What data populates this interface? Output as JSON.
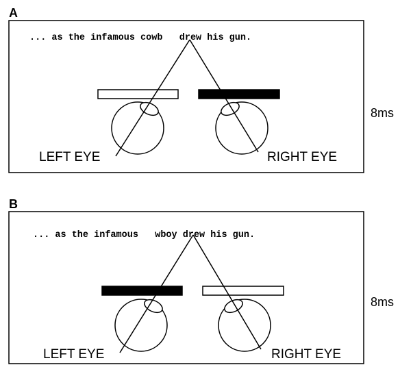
{
  "panels": [
    {
      "letter": "A",
      "sentence": "... as the infamous cowb   drew his gun.",
      "left_eye_label": "LEFT EYE",
      "right_eye_label": "RIGHT EYE",
      "timing": "8ms",
      "left_shutter": "open",
      "right_shutter": "closed"
    },
    {
      "letter": "B",
      "sentence": "... as the infamous   wboy drew his gun.",
      "left_eye_label": "LEFT EYE",
      "right_eye_label": "RIGHT EYE",
      "timing": "8ms",
      "left_shutter": "closed",
      "right_shutter": "open"
    }
  ]
}
